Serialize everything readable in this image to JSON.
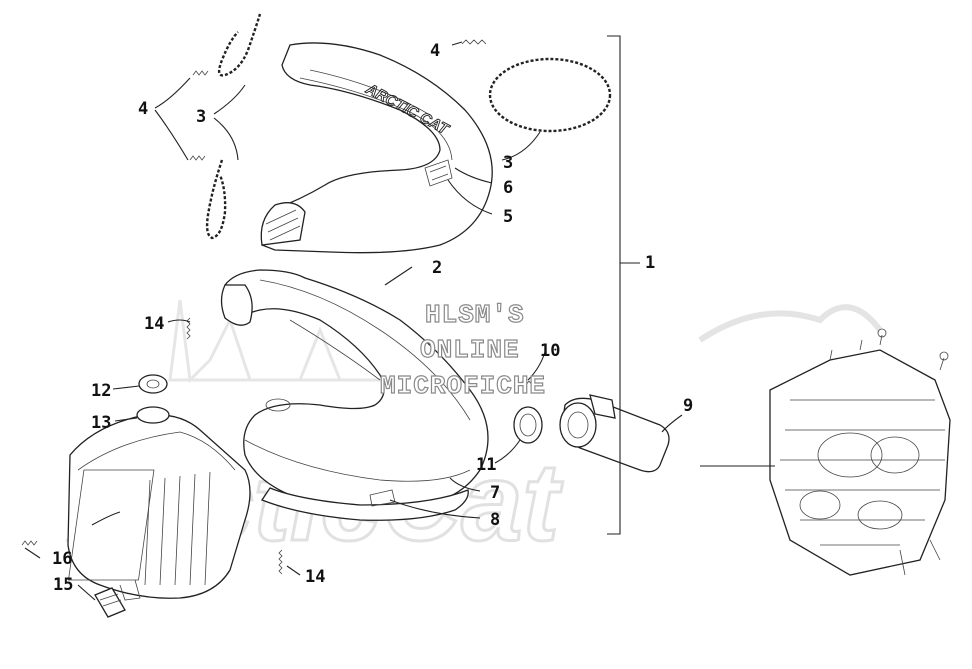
{
  "watermark": {
    "line1": "HLSM'S",
    "line2": "ONLINE",
    "line3": "MICROFICHE"
  },
  "callouts": {
    "c1": "1",
    "c2": "2",
    "c3_left": "3",
    "c3_right": "3",
    "c4_left": "4",
    "c4_top": "4",
    "c5": "5",
    "c6": "6",
    "c7": "7",
    "c8": "8",
    "c9": "9",
    "c10": "10",
    "c11": "11",
    "c12": "12",
    "c13": "13",
    "c14_upper": "14",
    "c14_lower": "14",
    "c15": "15",
    "c16": "16"
  },
  "shield_logo": "ARCTIC CAT"
}
